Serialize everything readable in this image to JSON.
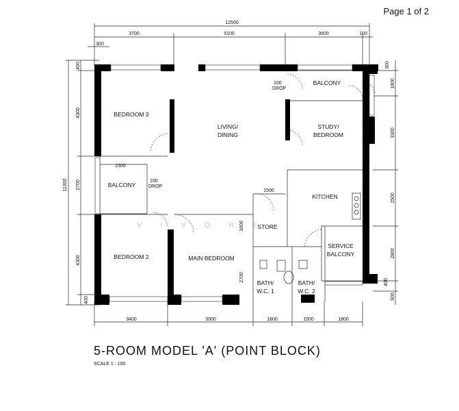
{
  "page_label": "Page 1 of 2",
  "plan_title": "5-ROOM MODEL 'A' (POINT BLOCK)",
  "scale": "SCALE 1 : 100",
  "watermark": "V I V O R E",
  "dimensions": {
    "overall_width": "12500",
    "overall_depth": "11300",
    "top": [
      "3700",
      "5100",
      "3600",
      "100"
    ],
    "top_small": "300",
    "bottom": [
      "3400",
      "3900",
      "1800",
      "1500",
      "1800"
    ],
    "left": [
      "400",
      "4300",
      "2700",
      "4300",
      "400"
    ],
    "right": [
      "300",
      "1800",
      "3300",
      "2500",
      "2800",
      "400",
      "900"
    ],
    "interior": {
      "balcony_w": "2300",
      "store_w": "1500",
      "store_h": "1600",
      "bath_h": "2700",
      "drop_a": "100\nDROP",
      "drop_b": "100\nDROP"
    }
  },
  "rooms": {
    "bedroom3": "BEDROOM 3",
    "living": [
      "LIVING/",
      "DINING"
    ],
    "balcony_top": "BALCONY",
    "study": [
      "STUDY/",
      "BEDROOM"
    ],
    "balcony_left": "BALCONY",
    "kitchen": "KITCHEN",
    "store": "STORE",
    "service": [
      "SERVICE",
      "BALCONY"
    ],
    "bedroom2": "BEDROOM 2",
    "main_bedroom": "MAIN BEDROOM",
    "bath1": [
      "BATH/",
      "W.C. 1"
    ],
    "bath2": [
      "BATH/",
      "W.C. 2"
    ]
  }
}
